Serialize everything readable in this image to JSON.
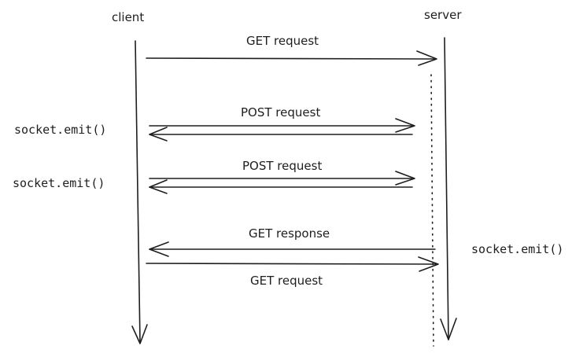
{
  "lanes": {
    "client": "client",
    "server": "server"
  },
  "messages": [
    {
      "label": "GET request"
    },
    {
      "label": "POST request"
    },
    {
      "label": "POST request"
    },
    {
      "label": "GET response"
    },
    {
      "label": "GET request"
    }
  ],
  "side_notes": [
    {
      "text": "socket.emit()"
    },
    {
      "text": "socket.emit()"
    },
    {
      "text": "socket.emit()"
    }
  ],
  "colors": {
    "ink": "#1e1e1e",
    "background": "#ffffff"
  }
}
